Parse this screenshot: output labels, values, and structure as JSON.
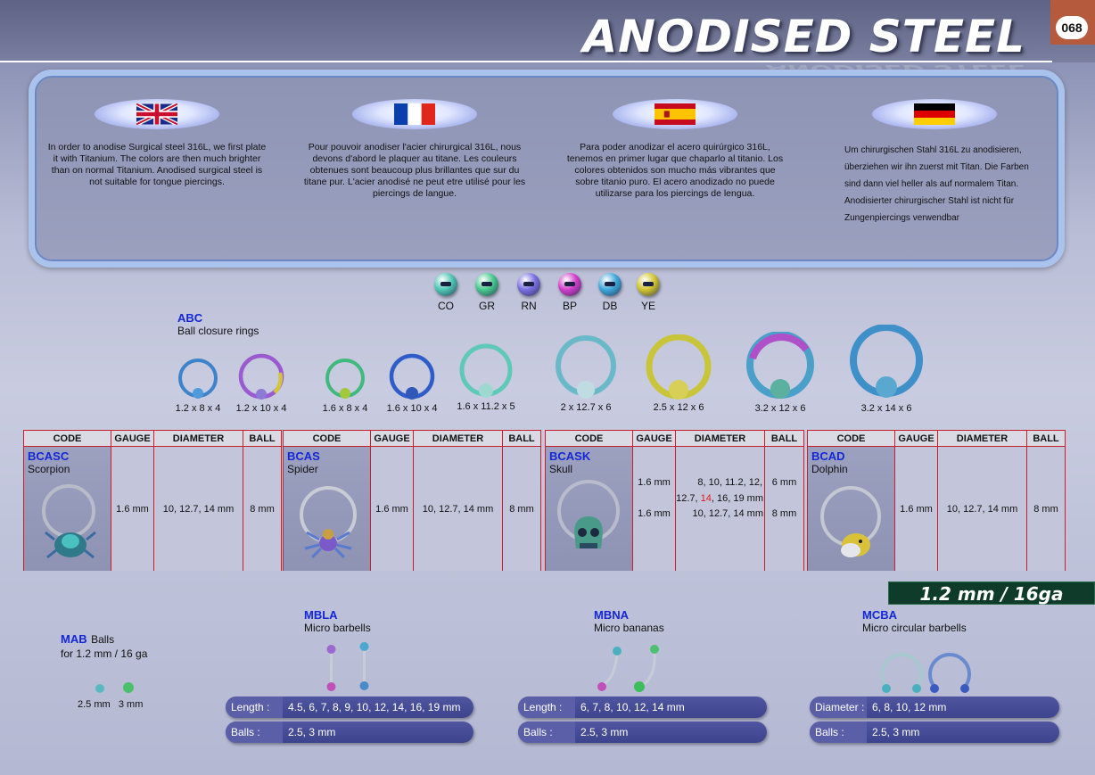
{
  "header": {
    "title": "ANODISED STEEL",
    "page_number": "068"
  },
  "intro": {
    "en": "In order to anodise Surgical steel 316L, we first plate it with Titanium. The colors are then much brighter than on normal Titanium. Anodised surgical steel is not suitable for tongue piercings.",
    "fr": "Pour pouvoir anodiser l'acier chirurgical 316L, nous devons d'abord le plaquer au titane. Les couleurs obtenues sont beaucoup plus brillantes que sur du titane pur. L'acier anodisé ne peut etre utilisé pour les piercings de langue.",
    "es": "Para poder anodizar el acero quirúrgico 316L, tenemos en primer lugar que chaparlo al titanio. Los colores obtenidos son mucho más vibrantes que sobre titanio puro. El acero anodizado no puede utilizarse para los piercings de lengua.",
    "de": "Um chirurgischen Stahl 316L zu anodisieren, überziehen wir ihn zuerst mit Titan. Die Farben sind dann viel heller als auf normalem Titan. Anodisierter chirurgischer Stahl ist nicht für Zungenpiercings verwendbar"
  },
  "flags": [
    "uk-flag-icon",
    "france-flag-icon",
    "spain-flag-icon",
    "germany-flag-icon"
  ],
  "colors": [
    {
      "code": "CO",
      "hex": "#4fc7b5"
    },
    {
      "code": "GR",
      "hex": "#49c98e"
    },
    {
      "code": "RN",
      "hex": "#7a6fe0"
    },
    {
      "code": "BP",
      "hex": "#d13ec9"
    },
    {
      "code": "DB",
      "hex": "#3fa7d9"
    },
    {
      "code": "YE",
      "hex": "#d2c52f"
    }
  ],
  "abc": {
    "code": "ABC",
    "name": "Ball closure rings",
    "sizes": [
      "1.2 x 8 x 4",
      "1.2 x 10 x 4",
      "1.6 x 8 x 4",
      "1.6 x 10 x 4",
      "1.6 x 11.2 x 5",
      "2 x 12.7 x 6",
      "2.5 x 12 x 6",
      "3.2 x 12 x 6",
      "3.2 x 14 x 6"
    ]
  },
  "table_headers": {
    "code": "CODE",
    "gauge": "GAUGE",
    "diameter": "DIAMETER",
    "ball": "BALL"
  },
  "products": [
    {
      "code": "BCASC",
      "name": "Scorpion",
      "gauge": "1.6 mm",
      "diameter": "10, 12.7, 14 mm",
      "ball": "8 mm"
    },
    {
      "code": "BCAS",
      "name": "Spider",
      "gauge": "1.6 mm",
      "diameter": "10, 12.7, 14 mm",
      "ball": "8 mm"
    },
    {
      "code": "BCASK",
      "name": "Skull",
      "gauge1": "1.6 mm",
      "diameter1a": "8, 10, 11.2, 12,",
      "diameter1b_pre": "12.7,",
      "diameter1b_red": "14",
      "diameter1b_post": ", 16, 19 mm",
      "ball1": "6 mm",
      "gauge2": "1.6 mm",
      "diameter2": "10, 12.7, 14 mm",
      "ball2": "8 mm"
    },
    {
      "code": "BCAD",
      "name": "Dolphin",
      "gauge": "1.6 mm",
      "diameter": "10, 12.7, 14 mm",
      "ball": "8 mm"
    }
  ],
  "gauge_banner": "1.2 mm / 16ga",
  "mab": {
    "code": "MAB",
    "name": "Balls",
    "sub": "for 1.2 mm / 16 ga",
    "sizes": [
      "2.5 mm",
      "3 mm"
    ]
  },
  "mbla": {
    "code": "MBLA",
    "name": "Micro barbells",
    "length_label": "Length :",
    "length": "4.5, 6, 7, 8, 9, 10, 12, 14, 16, 19 mm",
    "balls_label": "Balls :",
    "balls": "2.5, 3 mm"
  },
  "mbna": {
    "code": "MBNA",
    "name": "Micro bananas",
    "length_label": "Length :",
    "length": "6, 7, 8, 10, 12, 14 mm",
    "balls_label": "Balls :",
    "balls": "2.5, 3 mm"
  },
  "mcba": {
    "code": "MCBA",
    "name": "Micro circular barbells",
    "diameter_label": "Diameter :",
    "diameter": "6, 8, 10, 12 mm",
    "balls_label": "Balls :",
    "balls": "2.5, 3 mm"
  }
}
